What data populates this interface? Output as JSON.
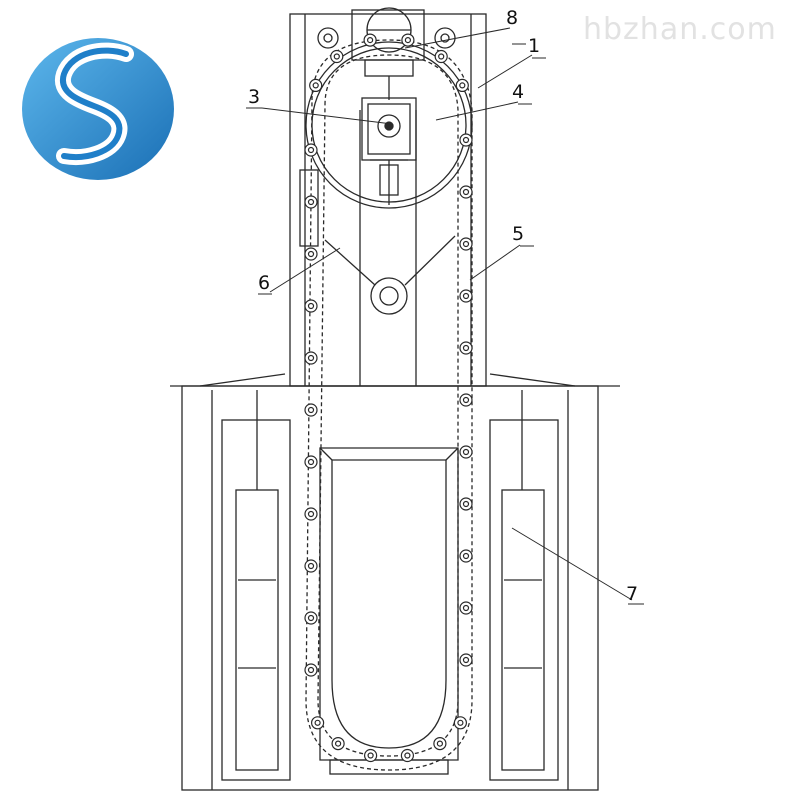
{
  "watermark": {
    "text": "hbzhan.com"
  },
  "logo": {
    "icon": "brand-logo-icon",
    "colors": {
      "primary": "#1f7fc9",
      "accent": "#5db7ec",
      "stripe": "#ffffff"
    }
  },
  "diagram": {
    "line_color": "#2a2a2a",
    "callouts": [
      {
        "label": "8"
      },
      {
        "label": "1"
      },
      {
        "label": "4"
      },
      {
        "label": "3"
      },
      {
        "label": "5"
      },
      {
        "label": "6"
      },
      {
        "label": "7"
      }
    ]
  }
}
